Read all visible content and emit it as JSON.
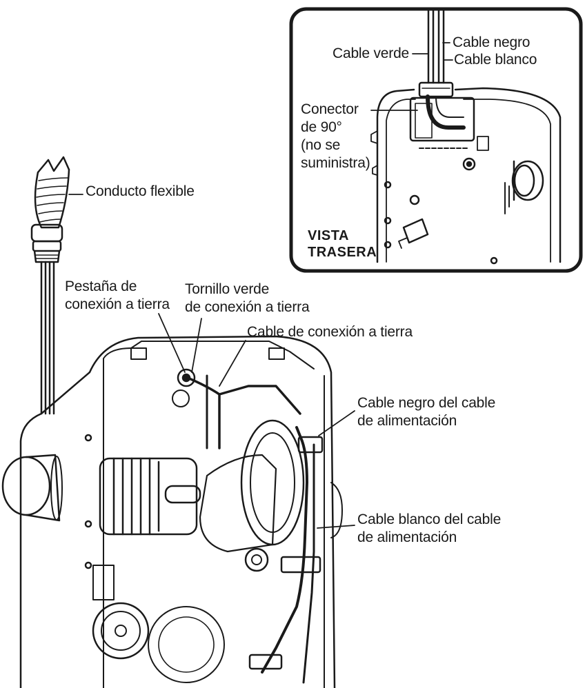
{
  "inset": {
    "title_line1": "VISTA",
    "title_line2": "TRASERA",
    "labels": {
      "cable_negro": "Cable negro",
      "cable_verde": "Cable verde",
      "cable_blanco": "Cable blanco",
      "conector_line1": "Conector",
      "conector_line2": "de 90°",
      "conector_line3": "(no se",
      "conector_line4": "suministra)"
    }
  },
  "main": {
    "labels": {
      "conducto": "Conducto flexible",
      "pestana_line1": "Pestaña de",
      "pestana_line2": "conexión a tierra",
      "tornillo_line1": "Tornillo verde",
      "tornillo_line2": "de conexión a tierra",
      "cable_tierra": "Cable de conexión a tierra",
      "negro_line1": "Cable negro del cable",
      "negro_line2": "de alimentación",
      "blanco_line1": "Cable blanco del cable",
      "blanco_line2": "de alimentación"
    }
  },
  "colors": {
    "ink": "#1a1a1a",
    "paper": "#ffffff"
  }
}
